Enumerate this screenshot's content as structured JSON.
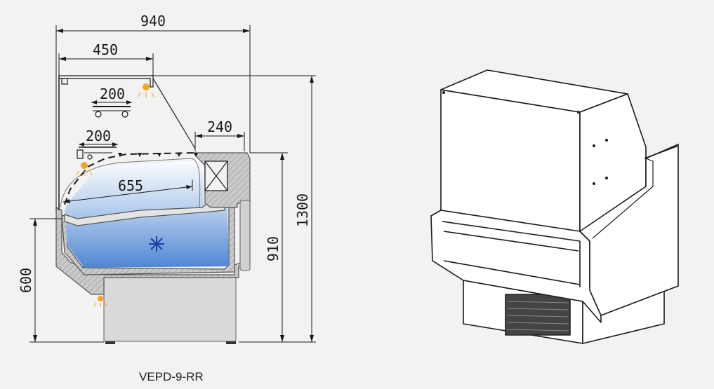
{
  "dimensions": {
    "total_width": "940",
    "top_shelf_width": "450",
    "shelf_upper_width": "200",
    "shelf_lower_width": "200",
    "rear_width": "240",
    "display_depth": "655",
    "total_height": "1300",
    "counter_height": "910",
    "base_height": "600"
  },
  "caption": "VEPD-9-RR",
  "icons": {
    "cooling": "snowflake-icon",
    "light": "light-icon"
  },
  "colors": {
    "background": "#f2f2f2",
    "insulation": "#c8c8c8",
    "cooling_top": "#ffffff",
    "cooling_bottom": "#5b8fd6",
    "light": "#f5a623",
    "line": "#1a1a1a"
  }
}
